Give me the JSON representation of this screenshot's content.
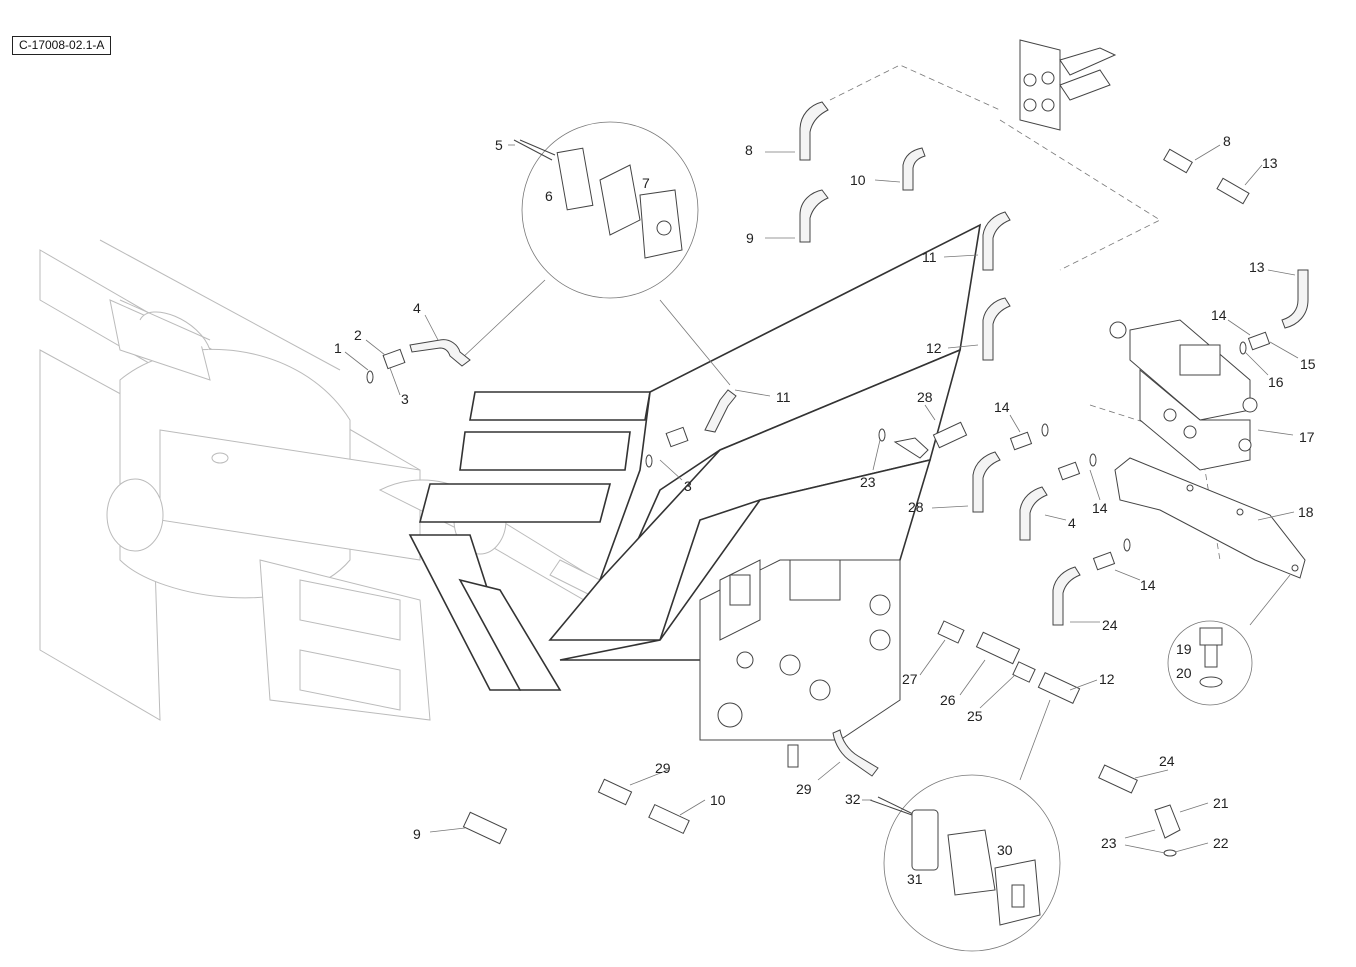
{
  "header": {
    "reference_code": "C-17008-02.1-A"
  },
  "callouts": [
    {
      "id": "c1",
      "label": "1"
    },
    {
      "id": "c2",
      "label": "2"
    },
    {
      "id": "c3a",
      "label": "3"
    },
    {
      "id": "c4a",
      "label": "4"
    },
    {
      "id": "c5",
      "label": "5"
    },
    {
      "id": "c6",
      "label": "6"
    },
    {
      "id": "c7",
      "label": "7"
    },
    {
      "id": "c8a",
      "label": "8"
    },
    {
      "id": "c9a",
      "label": "9"
    },
    {
      "id": "c10a",
      "label": "10"
    },
    {
      "id": "c11a",
      "label": "11"
    },
    {
      "id": "c12a",
      "label": "12"
    },
    {
      "id": "c11b",
      "label": "11"
    },
    {
      "id": "c3b",
      "label": "3"
    },
    {
      "id": "c28a",
      "label": "28"
    },
    {
      "id": "c23a",
      "label": "23"
    },
    {
      "id": "c28b",
      "label": "28"
    },
    {
      "id": "c14a",
      "label": "14"
    },
    {
      "id": "c4b",
      "label": "4"
    },
    {
      "id": "c14b",
      "label": "14"
    },
    {
      "id": "c14c",
      "label": "14"
    },
    {
      "id": "c24a",
      "label": "24"
    },
    {
      "id": "c8b",
      "label": "8"
    },
    {
      "id": "c13a",
      "label": "13"
    },
    {
      "id": "c13b",
      "label": "13"
    },
    {
      "id": "c14d",
      "label": "14"
    },
    {
      "id": "c15",
      "label": "15"
    },
    {
      "id": "c16",
      "label": "16"
    },
    {
      "id": "c17",
      "label": "17"
    },
    {
      "id": "c18",
      "label": "18"
    },
    {
      "id": "c19",
      "label": "19"
    },
    {
      "id": "c20",
      "label": "20"
    },
    {
      "id": "c27",
      "label": "27"
    },
    {
      "id": "c26",
      "label": "26"
    },
    {
      "id": "c25",
      "label": "25"
    },
    {
      "id": "c12b",
      "label": "12"
    },
    {
      "id": "c29a",
      "label": "29"
    },
    {
      "id": "c10b",
      "label": "10"
    },
    {
      "id": "c29b",
      "label": "29"
    },
    {
      "id": "c32",
      "label": "32"
    },
    {
      "id": "c9b",
      "label": "9"
    },
    {
      "id": "c30",
      "label": "30"
    },
    {
      "id": "c31",
      "label": "31"
    },
    {
      "id": "c24b",
      "label": "24"
    },
    {
      "id": "c21",
      "label": "21"
    },
    {
      "id": "c23b",
      "label": "23"
    },
    {
      "id": "c22",
      "label": "22"
    }
  ]
}
